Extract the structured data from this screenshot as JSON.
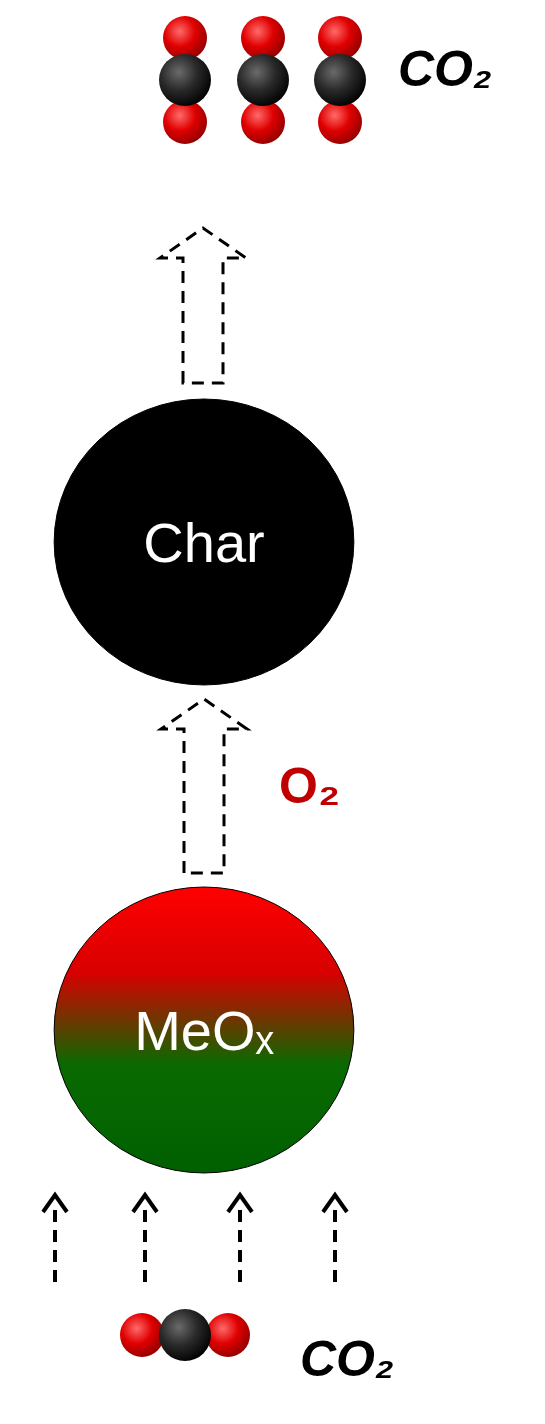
{
  "diagram": {
    "nodes": [
      {
        "text": [
          "Char"
        ]
      },
      {
        "text": [
          "MeOₓ"
        ]
      }
    ],
    "edges": [
      {
        "from": 1,
        "to": 0,
        "arrow": "to",
        "label": "O₂"
      }
    ],
    "labels": [
      "CO₂",
      "CO₂"
    ]
  }
}
